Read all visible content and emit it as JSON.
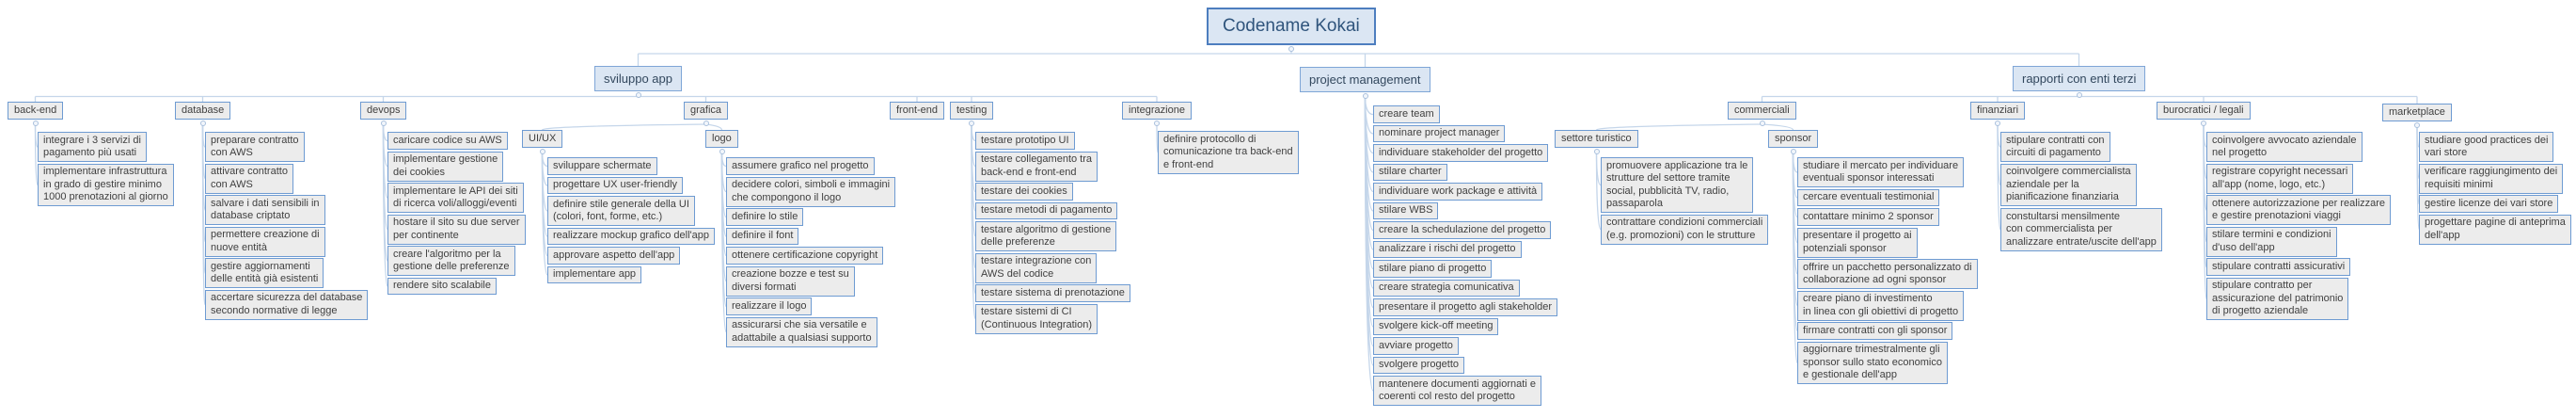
{
  "colors": {
    "border": "#6e9bd2",
    "branch_border": "#7fa6d7",
    "root_border": "#4d7ebf",
    "leaf_fill": "#ececec",
    "branch_fill": "#dbe6f3",
    "text": "#3f3f3f",
    "branch_text": "#33485e",
    "root_text": "#2f547c",
    "wire": "#c5d6ea"
  },
  "tree": {
    "id": "root",
    "label": "Codename Kokai",
    "children": [
      {
        "id": "sviluppo-app",
        "label": "sviluppo app",
        "children": [
          {
            "id": "back-end",
            "label": "back-end",
            "tasks": [
              "integrare i 3 servizi di\npagamento più usati",
              "implementare infrastruttura\nin grado di gestire minimo\n1000 prenotazioni al giorno"
            ]
          },
          {
            "id": "database",
            "label": "database",
            "tasks": [
              "preparare contratto\ncon AWS",
              "attivare contratto\ncon AWS",
              "salvare i dati sensibili in\ndatabase criptato",
              "permettere creazione di\nnuove entità",
              "gestire aggiornamenti\ndelle entità già esistenti",
              "accertare sicurezza del database\nsecondo normative di legge"
            ]
          },
          {
            "id": "devops",
            "label": "devops",
            "tasks": [
              "caricare codice su AWS",
              "implementare gestione\ndei cookies",
              "implementare le API dei siti\ndi ricerca voli/alloggi/eventi",
              "hostare il sito su due server\nper continente",
              "creare l'algoritmo per la\ngestione delle preferenze",
              "rendere sito scalabile"
            ]
          },
          {
            "id": "grafica",
            "label": "grafica",
            "children": [
              {
                "id": "ui-ux",
                "label": "UI/UX",
                "tasks": [
                  "sviluppare schermate",
                  "progettare UX user-friendly",
                  "definire stile generale della UI\n(colori, font, forme, etc.)",
                  "realizzare mockup grafico dell'app",
                  "approvare aspetto dell'app",
                  "implementare app"
                ]
              },
              {
                "id": "logo",
                "label": "logo",
                "tasks": [
                  "assumere grafico nel progetto",
                  "decidere colori, simboli e immagini\nche compongono il logo",
                  "definire lo stile",
                  "definire il font",
                  "ottenere certificazione copyright",
                  "creazione bozze e test su\ndiversi formati",
                  "realizzare il logo",
                  "assicurarsi che sia versatile e\nadattabile a qualsiasi supporto"
                ]
              }
            ]
          },
          {
            "id": "front-end",
            "label": "front-end",
            "tasks": []
          },
          {
            "id": "testing",
            "label": "testing",
            "tasks": [
              "testare prototipo UI",
              "testare collegamento tra\nback-end e front-end",
              "testare dei cookies",
              "testare metodi di pagamento",
              "testare algoritmo di gestione\ndelle preferenze",
              "testare integrazione con\nAWS del codice",
              "testare sistema di prenotazione",
              "testare sistemi di CI\n(Continuous Integration)"
            ]
          },
          {
            "id": "integrazione",
            "label": "integrazione",
            "tasks": [
              "definire protocollo di\ncomunicazione tra back-end\ne front-end"
            ]
          }
        ]
      },
      {
        "id": "project-management",
        "label": "project management",
        "tasks": [
          "creare team",
          "nominare project manager",
          "individuare stakeholder del progetto",
          "stilare charter",
          "individuare work package e attività",
          "stilare WBS",
          "creare la schedulazione del progetto",
          "analizzare i rischi del progetto",
          "stilare piano di progetto",
          "creare strategia comunicativa",
          "presentare il progetto agli stakeholder",
          "svolgere kick-off meeting",
          "avviare progetto",
          "svolgere progetto",
          "mantenere documenti aggiornati e\ncoerenti col resto del progetto"
        ]
      },
      {
        "id": "rapporti-enti-terzi",
        "label": "rapporti con enti terzi",
        "children": [
          {
            "id": "commerciali",
            "label": "commerciali",
            "children": [
              {
                "id": "settore-turistico",
                "label": "settore turistico",
                "tasks": [
                  "promuovere applicazione tra le\nstrutture del settore tramite\nsocial, pubblicità TV, radio,\npassaparola",
                  "contrattare condizioni commerciali\n(e.g. promozioni) con le strutture"
                ]
              },
              {
                "id": "sponsor",
                "label": "sponsor",
                "tasks": [
                  "studiare il mercato per individuare\neventuali sponsor interessati",
                  "cercare eventuali testimonial",
                  "contattare minimo 2 sponsor",
                  "presentare il progetto ai\npotenziali sponsor",
                  "offrire un pacchetto personalizzato di\ncollaborazione ad ogni sponsor",
                  "creare piano di investimento\nin linea con gli obiettivi di progetto",
                  "firmare contratti con gli sponsor",
                  "aggiornare trimestralmente gli\nsponsor sullo stato economico\ne gestionale dell'app"
                ]
              }
            ]
          },
          {
            "id": "finanziari",
            "label": "finanziari",
            "tasks": [
              "stipulare contratti con\ncircuiti di pagamento",
              "coinvolgere commercialista\naziendale per la\npianificazione finanziaria",
              "constultarsi mensilmente\ncon commercialista per\nanalizzare entrate/uscite dell'app"
            ]
          },
          {
            "id": "burocratici-legali",
            "label": "burocratici / legali",
            "tasks": [
              "coinvolgere avvocato aziendale\nnel progetto",
              "registrare copyright necessari\nall'app (nome, logo, etc.)",
              "ottenere autorizzazione per realizzare\ne gestire prenotazioni viaggi",
              "stilare termini e condizioni\nd'uso dell'app",
              "stipulare contratti assicurativi",
              "stipulare contratto per\nassicurazione del patrimonio\ndi progetto aziendale"
            ]
          },
          {
            "id": "marketplace",
            "label": "marketplace",
            "tasks": [
              "studiare good practices dei\nvari store",
              "verificare raggiungimento dei\nrequisiti minimi",
              "gestire licenze dei vari store",
              "progettare pagine di anteprima\ndell'app"
            ]
          }
        ]
      }
    ]
  }
}
